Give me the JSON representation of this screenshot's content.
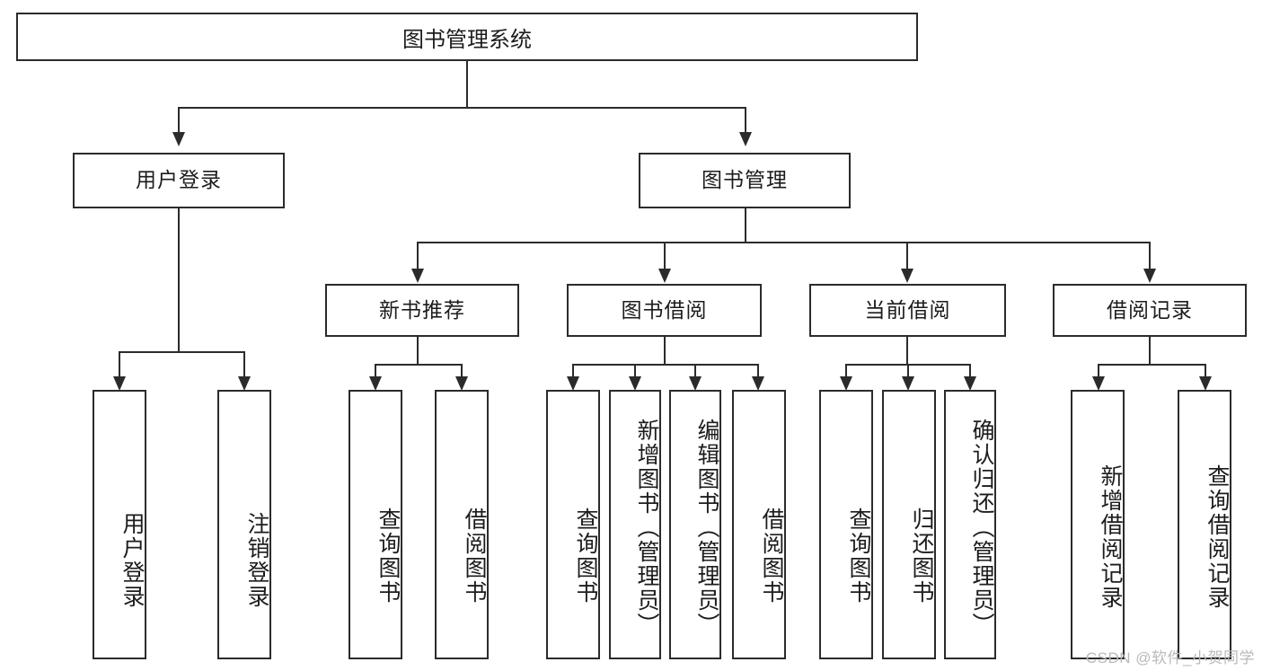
{
  "diagram": {
    "type": "tree-hierarchy",
    "title": "图书管理系统",
    "orientation": "top-down",
    "levels": 4,
    "root": {
      "label": "图书管理系统",
      "id": "root"
    },
    "level2": [
      {
        "id": "user-login",
        "label": "用户登录"
      },
      {
        "id": "book-management",
        "label": "图书管理"
      }
    ],
    "level3": [
      {
        "id": "new-book-recommend",
        "label": "新书推荐",
        "parent": "book-management"
      },
      {
        "id": "book-borrow",
        "label": "图书借阅",
        "parent": "book-management"
      },
      {
        "id": "current-borrow",
        "label": "当前借阅",
        "parent": "book-management"
      },
      {
        "id": "borrow-record",
        "label": "借阅记录",
        "parent": "book-management"
      }
    ],
    "leaves": [
      {
        "id": "leaf-user-login",
        "label": "用户登录",
        "parent": "user-login"
      },
      {
        "id": "leaf-logout-login",
        "label": "注销登录",
        "parent": "user-login"
      },
      {
        "id": "leaf-query-book-1",
        "label": "查询图书",
        "parent": "new-book-recommend"
      },
      {
        "id": "leaf-borrow-book-1",
        "label": "借阅图书",
        "parent": "new-book-recommend"
      },
      {
        "id": "leaf-query-book-2",
        "label": "查询图书",
        "parent": "book-borrow"
      },
      {
        "id": "leaf-add-book",
        "label": "新增图书（管理员）",
        "parent": "book-borrow"
      },
      {
        "id": "leaf-edit-book",
        "label": "编辑图书（管理员）",
        "parent": "book-borrow"
      },
      {
        "id": "leaf-borrow-book-2",
        "label": "借阅图书",
        "parent": "book-borrow"
      },
      {
        "id": "leaf-query-book-3",
        "label": "查询图书",
        "parent": "current-borrow"
      },
      {
        "id": "leaf-return-book",
        "label": "归还图书",
        "parent": "current-borrow"
      },
      {
        "id": "leaf-confirm-return",
        "label": "确认归还（管理员）",
        "parent": "current-borrow"
      },
      {
        "id": "leaf-add-record",
        "label": "新增借阅记录",
        "parent": "borrow-record"
      },
      {
        "id": "leaf-query-record",
        "label": "查询借阅记录",
        "parent": "borrow-record"
      }
    ]
  },
  "watermark": {
    "text": "CSDN @软件_小贺同学"
  },
  "colors": {
    "stroke": "#2b2b2b",
    "background": "#ffffff",
    "text": "#1c1c1c",
    "watermark": "#b9b9b9"
  }
}
